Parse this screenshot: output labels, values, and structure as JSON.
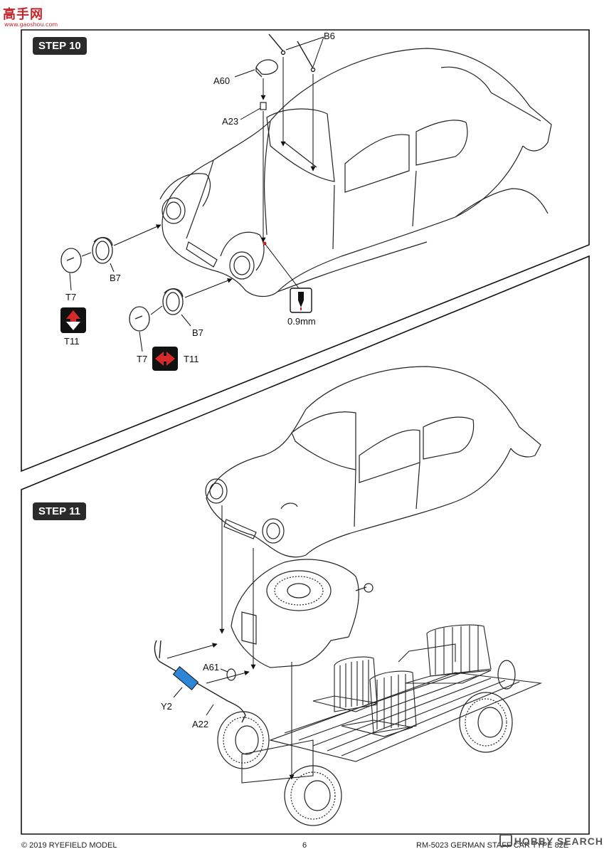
{
  "watermark_top": {
    "text": "高手网",
    "sub": "www.gaoshou.com"
  },
  "step10": {
    "badge": "STEP 10",
    "labels": {
      "b6": "B6",
      "a60": "A60",
      "a23": "A23",
      "b7_left": "B7",
      "t7_left": "T7",
      "t11_left": "T11",
      "b7_right": "B7",
      "t7_right": "T7",
      "t11_right": "T11",
      "drill": "0.9mm"
    }
  },
  "step11": {
    "badge": "STEP 11",
    "labels": {
      "a61": "A61",
      "y2": "Y2",
      "a22": "A22"
    }
  },
  "footer": {
    "copyright": "© 2019 RYEFIELD MODEL",
    "page": "6",
    "product": "RM-5023 GERMAN STAFF CAR TYPE 82E"
  },
  "watermark_bottom": {
    "text": "HOBBY SEARCH"
  },
  "colors": {
    "badge_bg": "#2b2b2b",
    "arrow_red": "#d42a2a",
    "highlight_blue": "#2f86d6"
  },
  "icons": [
    "swap-vertical-icon",
    "swap-horizontal-icon",
    "drill-icon",
    "assembly-arrow-icon"
  ]
}
